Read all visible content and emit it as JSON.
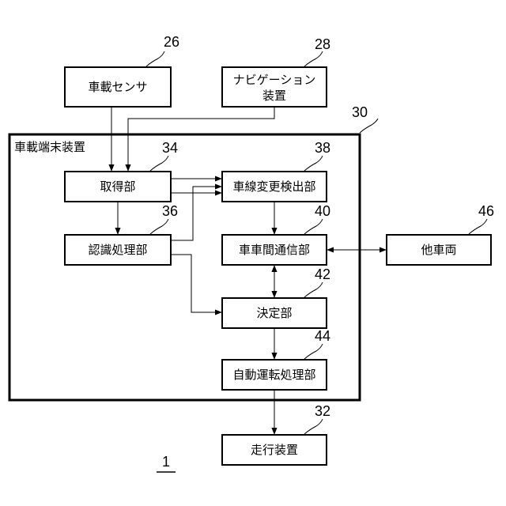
{
  "diagram": {
    "figure_number": "1",
    "frame": {
      "label": "車載端末装置",
      "ref": "30"
    },
    "blocks": {
      "vehicle_sensor": {
        "label": "車載センサ",
        "ref": "26"
      },
      "navigation": {
        "label_line1": "ナビゲーション",
        "label_line2": "装置",
        "ref": "28"
      },
      "acquisition": {
        "label": "取得部",
        "ref": "34"
      },
      "lane_change_detection": {
        "label": "車線変更検出部",
        "ref": "38"
      },
      "recognition": {
        "label": "認識処理部",
        "ref": "36"
      },
      "v2v_communication": {
        "label": "車車間通信部",
        "ref": "40"
      },
      "other_vehicle": {
        "label": "他車両",
        "ref": "46"
      },
      "determination": {
        "label": "決定部",
        "ref": "42"
      },
      "automated_driving": {
        "label": "自動運転処理部",
        "ref": "44"
      },
      "travel_device": {
        "label": "走行装置",
        "ref": "32"
      }
    }
  }
}
